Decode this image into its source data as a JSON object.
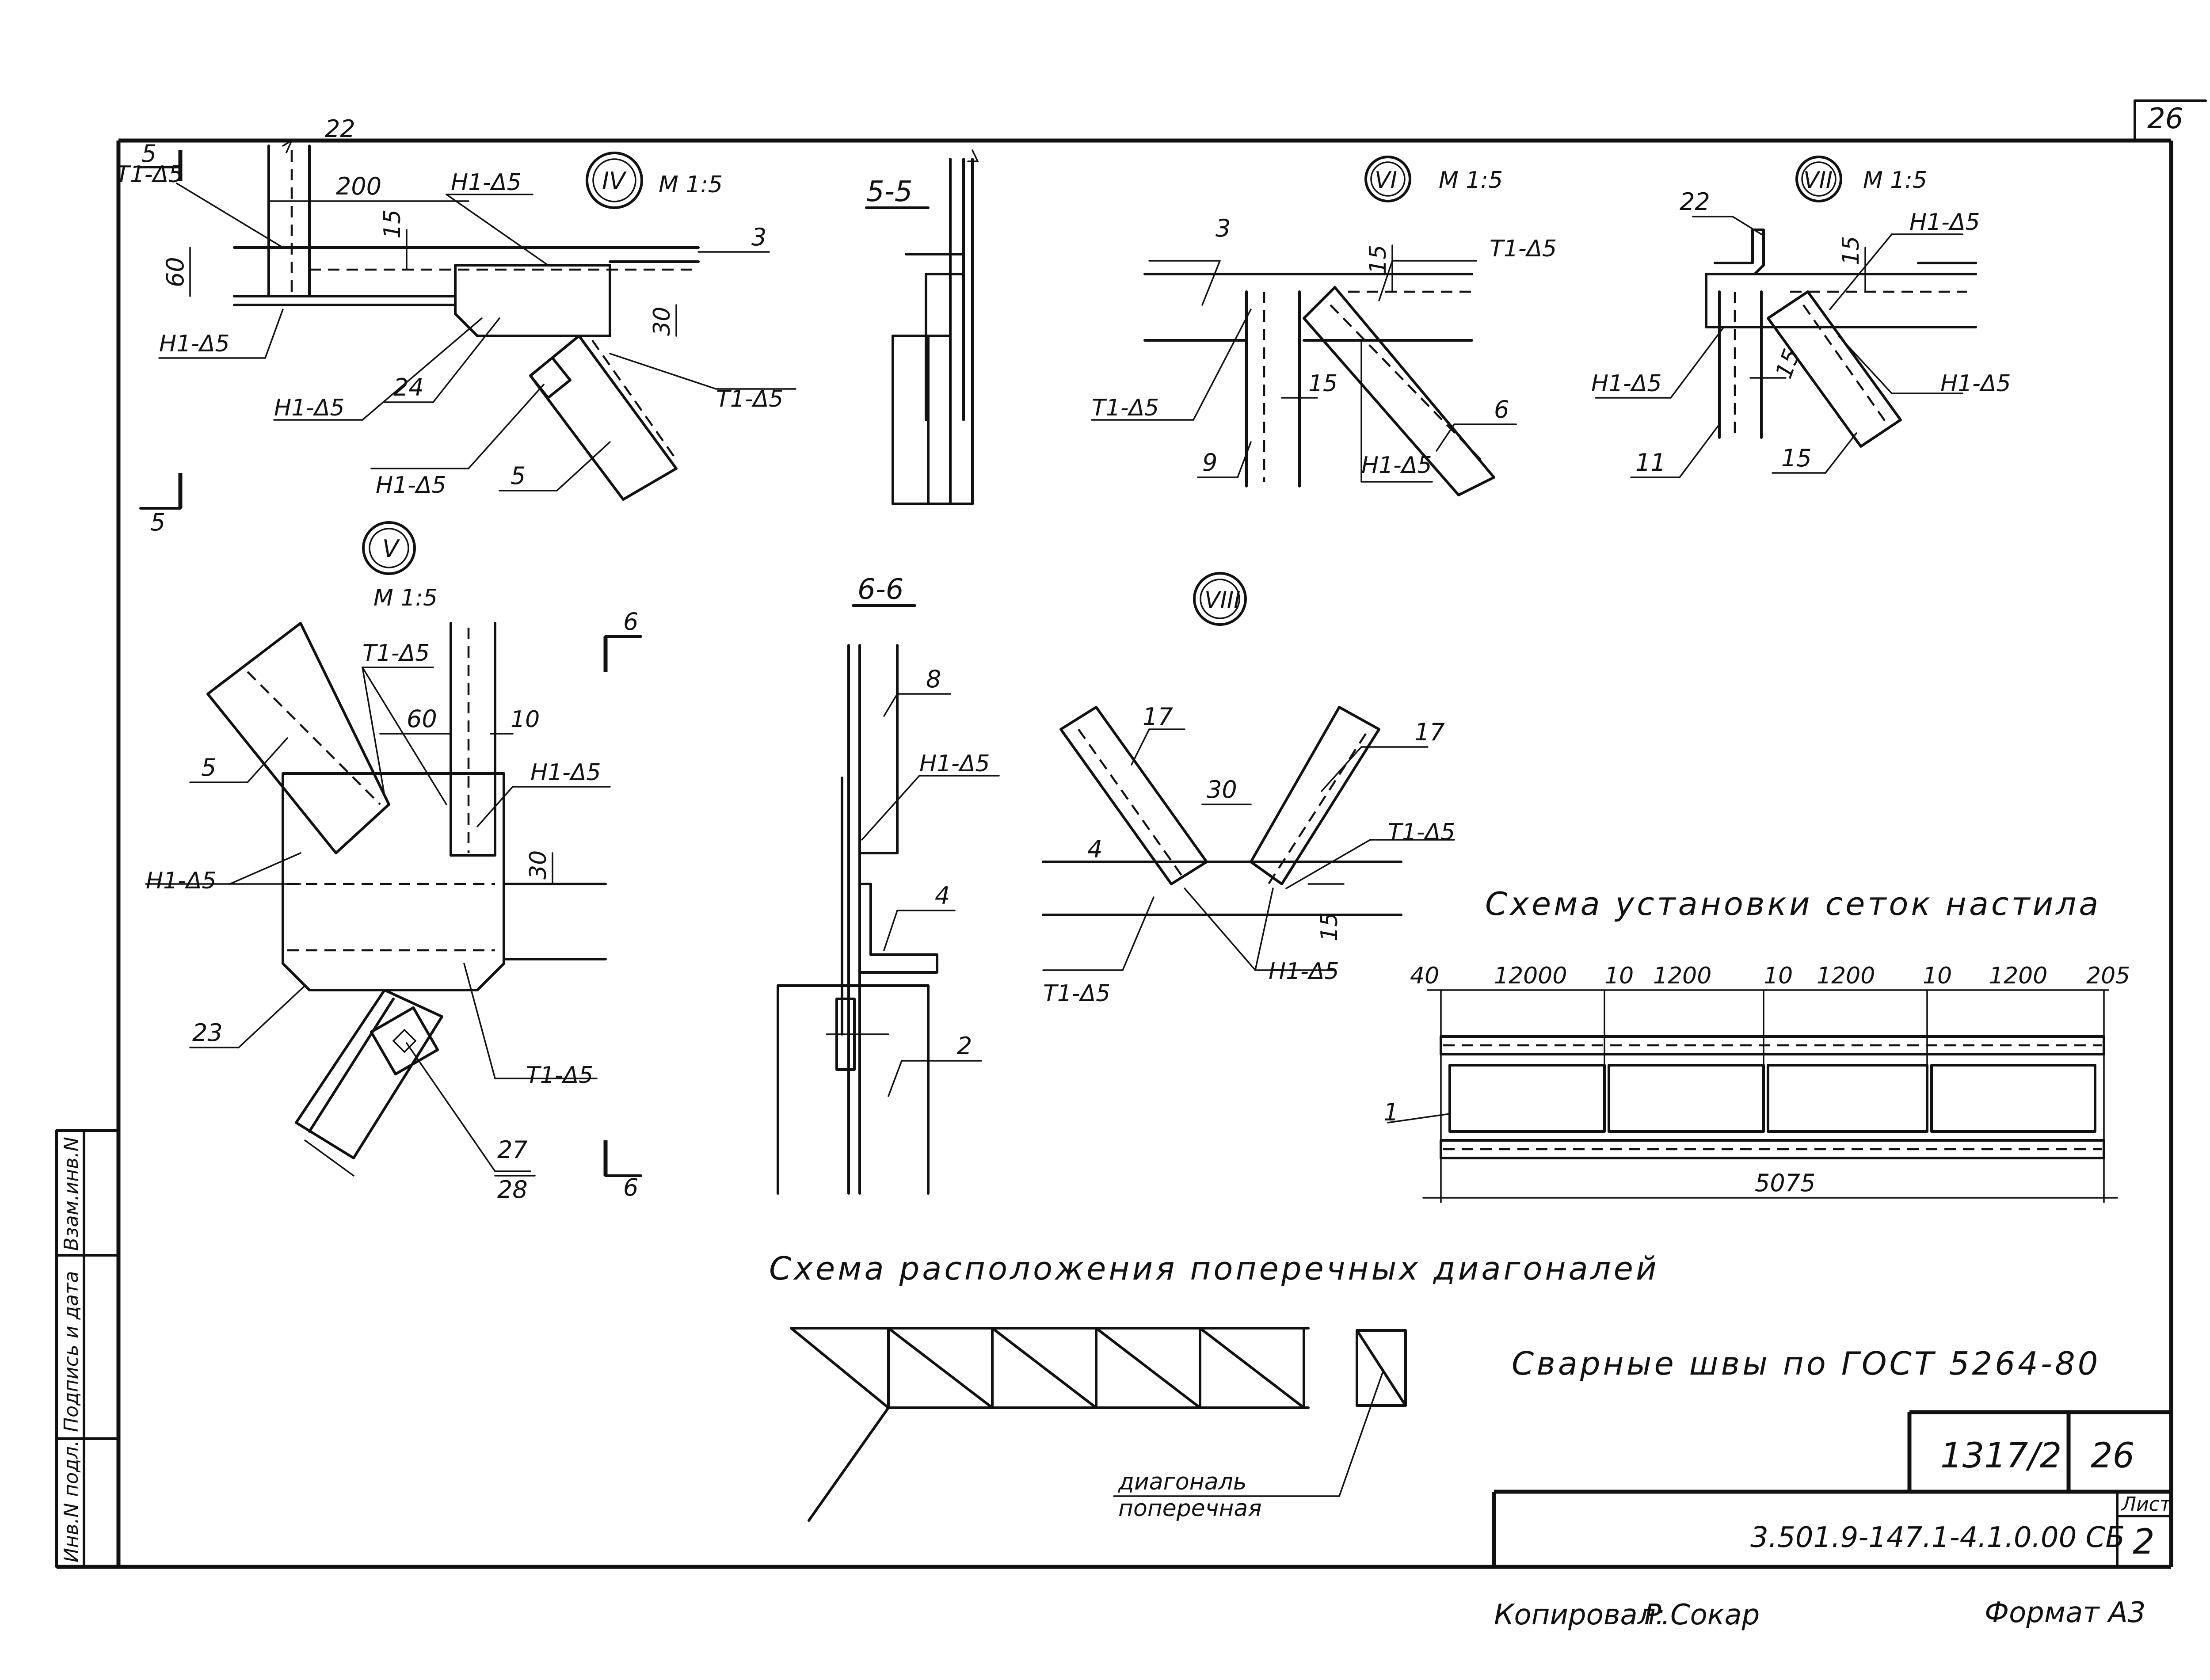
{
  "page_number": "26",
  "views": {
    "IV": {
      "marker": "IV",
      "scale": "М 1:5"
    },
    "V": {
      "marker": "V",
      "scale": "М 1:5"
    },
    "VI": {
      "marker": "VI",
      "scale": "М 1:5"
    },
    "VII": {
      "marker": "VII",
      "scale": "М 1:5"
    },
    "VIII": {
      "marker": "VIII"
    }
  },
  "sections": {
    "s55": "5-5",
    "s66": "6-6",
    "cut5": "5",
    "cut6": "6"
  },
  "weld": {
    "t": "Т1-Δ5",
    "h": "Н1-Δ5"
  },
  "dims": {
    "d200": "200",
    "d60": "60",
    "d15": "15",
    "d30": "30",
    "d10": "10"
  },
  "parts": {
    "p1": "1",
    "p2": "2",
    "p3": "3",
    "p4": "4",
    "p5": "5",
    "p6": "6",
    "p8": "8",
    "p9": "9",
    "p11": "11",
    "p15": "15",
    "p17": "17",
    "p22": "22",
    "p23": "23",
    "p24": "24",
    "p27": "27",
    "p28": "28"
  },
  "mesh_scheme": {
    "title": "Схема установки сеток настила",
    "dims": [
      "40",
      "12000",
      "10",
      "1200",
      "10",
      "1200",
      "10",
      "1200",
      "205"
    ],
    "total": "5075"
  },
  "diag_scheme": {
    "title": "Схема расположения поперечных диагоналей",
    "callout_line1": "диагональ",
    "callout_line2": "поперечная"
  },
  "note": "Сварные швы по ГОСТ 5264-80",
  "title_block": {
    "code": "1317/2",
    "sheet_num": "26",
    "doc": "3.501.9-147.1-4.1.0.00 СБ",
    "list_label": "Лист",
    "list": "2"
  },
  "side_stamp": [
    "Инв.N подл.",
    "Подпись и дата",
    "Взам.инв.N"
  ],
  "footer": {
    "copied": "Копировал:",
    "signature": "Р.Сокар",
    "format": "Формат А3"
  }
}
